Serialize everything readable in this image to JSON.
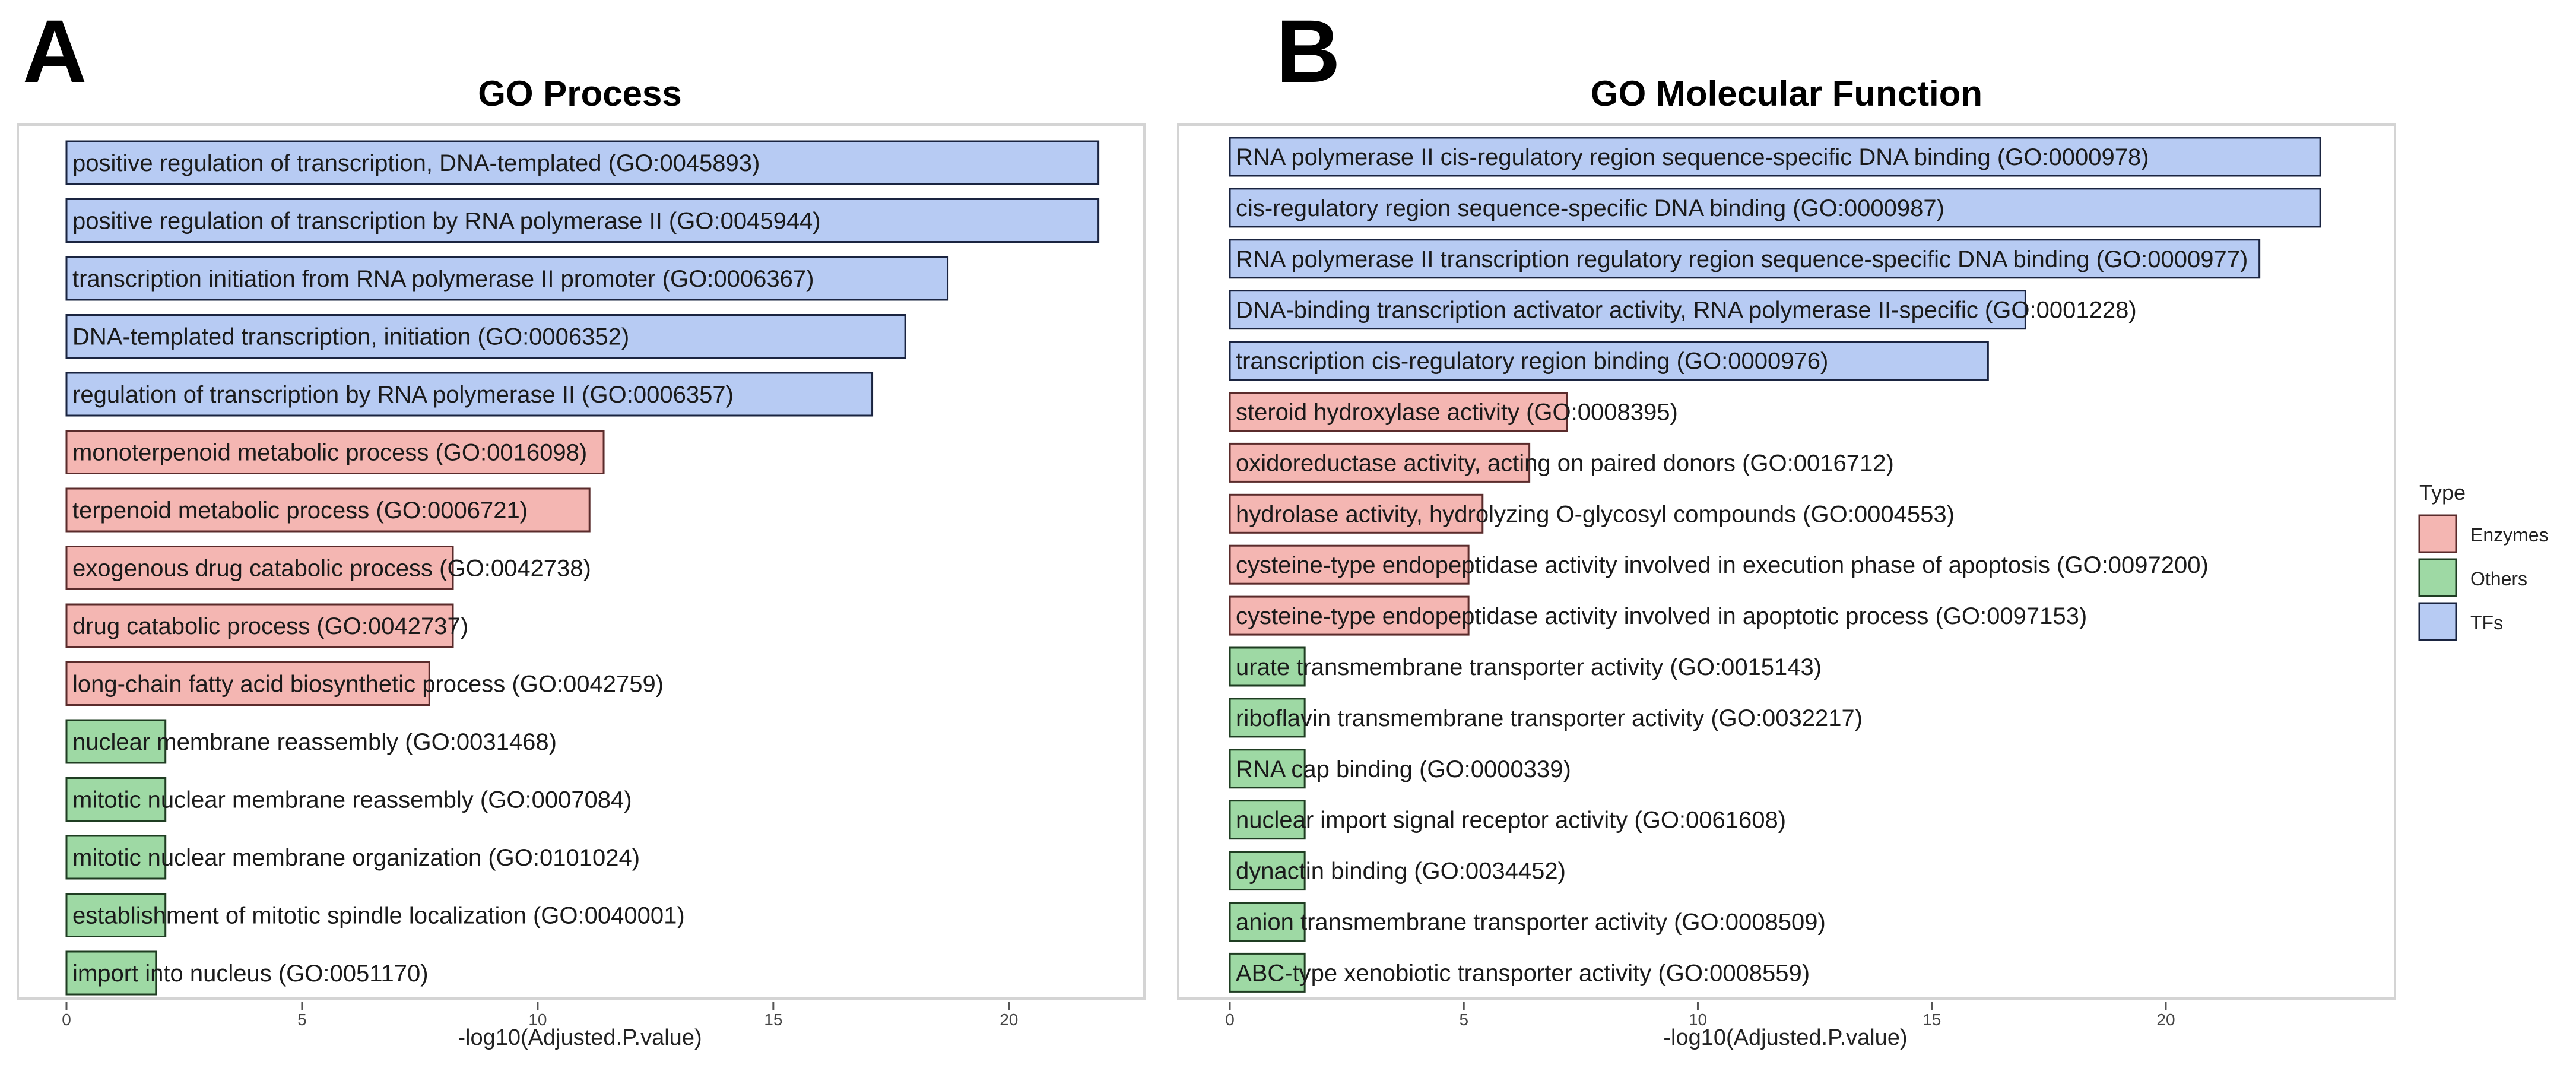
{
  "legend": {
    "title": "Type",
    "items": [
      {
        "label": "Enzymes",
        "color": "#F4B6B2"
      },
      {
        "label": "Others",
        "color": "#9ED9A4"
      },
      {
        "label": "TFs",
        "color": "#B7CBF3"
      }
    ]
  },
  "chart_data": [
    {
      "panel_letter": "A",
      "type": "bar",
      "orientation": "horizontal",
      "title": "GO Process",
      "xlabel": "-log10(Adjusted.P.value)",
      "xlim": [
        0,
        22.9
      ],
      "xticks": [
        0,
        5,
        10,
        15,
        20
      ],
      "grid": false,
      "legend_position": "right",
      "bars": [
        {
          "label": "positive regulation of transcription, DNA-templated (GO:0045893)",
          "value": 21.9,
          "type": "TFs"
        },
        {
          "label": "positive regulation of transcription by RNA polymerase II (GO:0045944)",
          "value": 21.9,
          "type": "TFs"
        },
        {
          "label": "transcription initiation from RNA polymerase II promoter (GO:0006367)",
          "value": 18.7,
          "type": "TFs"
        },
        {
          "label": "DNA-templated transcription, initiation (GO:0006352)",
          "value": 17.8,
          "type": "TFs"
        },
        {
          "label": "regulation of transcription by RNA polymerase II (GO:0006357)",
          "value": 17.1,
          "type": "TFs"
        },
        {
          "label": "monoterpenoid metabolic process (GO:0016098)",
          "value": 11.4,
          "type": "Enzymes"
        },
        {
          "label": "terpenoid metabolic process (GO:0006721)",
          "value": 11.1,
          "type": "Enzymes"
        },
        {
          "label": "exogenous drug catabolic process (GO:0042738)",
          "value": 8.2,
          "type": "Enzymes"
        },
        {
          "label": "drug catabolic process (GO:0042737)",
          "value": 8.2,
          "type": "Enzymes"
        },
        {
          "label": "long-chain fatty acid biosynthetic process (GO:0042759)",
          "value": 7.7,
          "type": "Enzymes"
        },
        {
          "label": "nuclear membrane reassembly (GO:0031468)",
          "value": 2.1,
          "type": "Others"
        },
        {
          "label": "mitotic nuclear membrane reassembly (GO:0007084)",
          "value": 2.1,
          "type": "Others"
        },
        {
          "label": "mitotic nuclear membrane organization (GO:0101024)",
          "value": 2.1,
          "type": "Others"
        },
        {
          "label": "establishment of mitotic spindle localization (GO:0040001)",
          "value": 2.1,
          "type": "Others"
        },
        {
          "label": "import into nucleus (GO:0051170)",
          "value": 1.9,
          "type": "Others"
        }
      ]
    },
    {
      "panel_letter": "B",
      "type": "bar",
      "orientation": "horizontal",
      "title": "GO Molecular Function",
      "xlabel": "-log10(Adjusted.P.value)",
      "xlim": [
        0,
        24.3
      ],
      "xticks": [
        0,
        5,
        10,
        15,
        20
      ],
      "grid": false,
      "legend_position": "right",
      "bars": [
        {
          "label": "RNA polymerase II cis-regulatory region sequence-specific DNA binding (GO:0000978)",
          "value": 23.3,
          "type": "TFs"
        },
        {
          "label": "cis-regulatory region sequence-specific DNA binding (GO:0000987)",
          "value": 23.3,
          "type": "TFs"
        },
        {
          "label": "RNA polymerase II transcription regulatory region sequence-specific DNA binding (GO:0000977)",
          "value": 22.0,
          "type": "TFs"
        },
        {
          "label": "DNA-binding transcription activator activity, RNA polymerase II-specific (GO:0001228)",
          "value": 17.0,
          "type": "TFs"
        },
        {
          "label": "transcription cis-regulatory region binding (GO:0000976)",
          "value": 16.2,
          "type": "TFs"
        },
        {
          "label": "steroid hydroxylase activity (GO:0008395)",
          "value": 7.2,
          "type": "Enzymes"
        },
        {
          "label": "oxidoreductase activity, acting on paired donors (GO:0016712)",
          "value": 6.4,
          "type": "Enzymes"
        },
        {
          "label": "hydrolase activity, hydrolyzing O-glycosyl compounds (GO:0004553)",
          "value": 5.4,
          "type": "Enzymes"
        },
        {
          "label": "cysteine-type endopeptidase activity involved in execution phase of apoptosis (GO:0097200)",
          "value": 5.1,
          "type": "Enzymes"
        },
        {
          "label": "cysteine-type endopeptidase activity involved in apoptotic process (GO:0097153)",
          "value": 5.1,
          "type": "Enzymes"
        },
        {
          "label": "urate transmembrane transporter activity (GO:0015143)",
          "value": 1.6,
          "type": "Others"
        },
        {
          "label": "riboflavin transmembrane transporter activity (GO:0032217)",
          "value": 1.6,
          "type": "Others"
        },
        {
          "label": "RNA cap binding (GO:0000339)",
          "value": 1.6,
          "type": "Others"
        },
        {
          "label": "nuclear import signal receptor activity (GO:0061608)",
          "value": 1.6,
          "type": "Others"
        },
        {
          "label": "dynactin binding (GO:0034452)",
          "value": 1.6,
          "type": "Others"
        },
        {
          "label": "anion transmembrane transporter activity (GO:0008509)",
          "value": 1.6,
          "type": "Others"
        },
        {
          "label": "ABC-type xenobiotic transporter activity (GO:0008559)",
          "value": 1.6,
          "type": "Others"
        }
      ]
    }
  ]
}
